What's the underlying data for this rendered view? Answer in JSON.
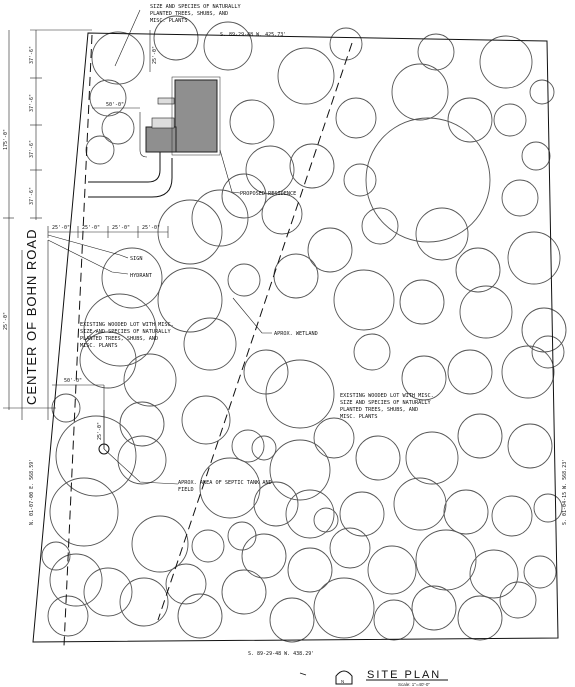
{
  "notes": {
    "wooded_top": "SIZE AND SPECIES OF NATURALLY PLANTED TREES, SHUBS, AND MISC. PLANTS",
    "wooded_left": "EXISTING WOODED LOT WITH MISC. SIZE AND SPECIES OF NATURALLY PLANTED TREES, SHUBS, AND MISC. PLANTS",
    "wooded_right": "EXISTING WOODED LOT WITH MISC. SIZE AND SPECIES OF NATURALLY PLANTED TREES, SHUBS, AND MISC. PLANTS",
    "proposed_residence": "PROPOSED RESIDENCE",
    "sign": "SIGN",
    "hydrant": "HYDRANT",
    "wetland": "APROX. WETLAND",
    "septic": "APROX. AREA OF SEPTIC TANK AND FIELD"
  },
  "bearings": {
    "top": "S. 89-29-48 W.   425.73'",
    "bottom": "S. 89-29-48 W.   438.29'",
    "left": "N. 01-07-00 E.   568.59'",
    "right": "S. 01-04-15 W.   568.23'"
  },
  "dimensions": {
    "vertical_segments": [
      "37'-6\"",
      "37'-6\"",
      "37'-6\"",
      "37'-6\""
    ],
    "overall_left": "175'-0\"",
    "road_offset": "25'-0\"",
    "drive_offset": "25'-0\"",
    "house_offset": "50'-0\"",
    "horizontal_segments": [
      "25'-0\"",
      "25'-0\"",
      "25'-0\"",
      "25'-0\""
    ],
    "septic_offset": "50'-0\"",
    "septic_short": "25'-0\""
  },
  "road_label": "CENTER OF BOHN ROAD",
  "title": {
    "main": "SITE PLAN",
    "scale": "Scale: 1\"=40'-0\"",
    "north": "N"
  },
  "colors": {
    "building": "#8f8f8f",
    "line": "#111111",
    "tree": "#555555"
  }
}
